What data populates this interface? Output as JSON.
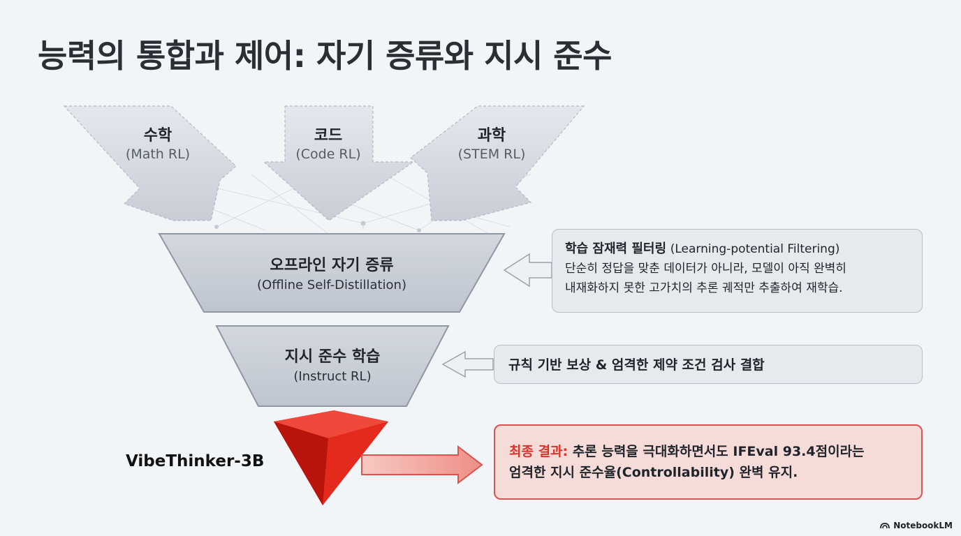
{
  "title": "능력의 통합과 제어: 자기 증류와 지시 준수",
  "inputs": [
    {
      "label": "수학",
      "sub": "(Math RL)"
    },
    {
      "label": "코드",
      "sub": "(Code RL)"
    },
    {
      "label": "과학",
      "sub": "(STEM RL)"
    }
  ],
  "stages": [
    {
      "label": "오프라인 자기 증류",
      "sub": "(Offline Self-Distillation)"
    },
    {
      "label": "지시 준수 학습",
      "sub": "(Instruct RL)"
    }
  ],
  "model_name": "VibeThinker-3B",
  "notes": [
    {
      "title": "학습 잠재력 필터링",
      "title_en": "(Learning-potential Filtering)",
      "line1": "단순히 정답을 맞춘 데이터가 아니라, 모델이 아직 완벽히",
      "line2": "내재화하지 못한 고가치의 추론 궤적만 추출하여 재학습."
    },
    {
      "text": "규칙 기반 보상 & 엄격한 제약 조건 검사 결합"
    }
  ],
  "result": {
    "label": "최종 결과:",
    "line1": "추론 능력을 극대화하면서도 IFEval 93.4점이라는",
    "line2": "엄격한 지시 준수율(Controllability) 완벽 유지."
  },
  "brand": "NotebookLM",
  "colors": {
    "accent_red": "#d9534f",
    "card_bg": "#e6e9ee",
    "funnel_fill": "#c9ced7"
  }
}
